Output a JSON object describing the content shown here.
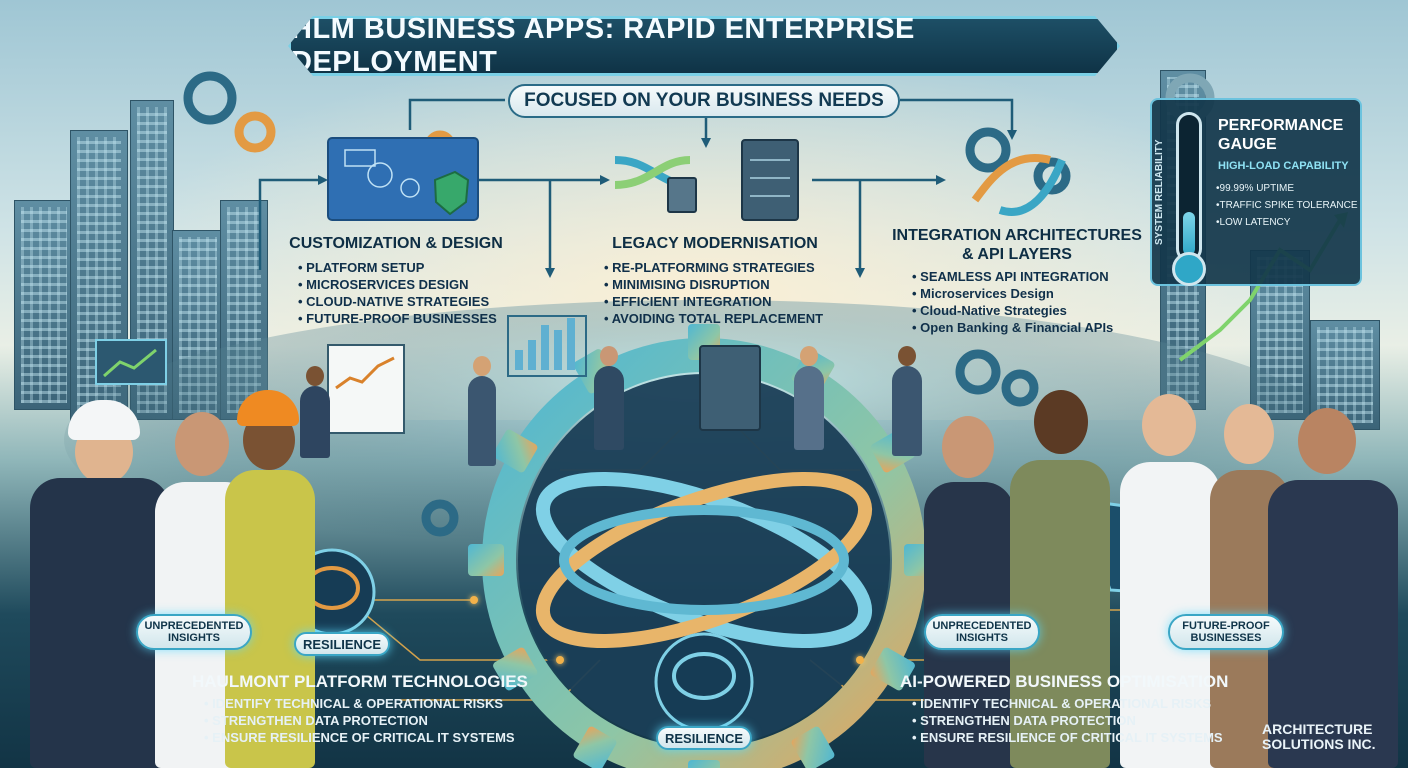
{
  "title": "HLM BUSINESS APPS: RAPID ENTERPRISE DEPLOYMENT",
  "subtitle": "FOCUSED ON YOUR BUSINESS NEEDS",
  "sections": {
    "customization": {
      "heading": "CUSTOMIZATION & DESIGN",
      "items": [
        "PLATFORM SETUP",
        "MICROSERVICES DESIGN",
        "CLOUD-NATIVE STRATEGIES",
        "FUTURE-PROOF BUSINESSES"
      ]
    },
    "legacy": {
      "heading": "LEGACY MODERNISATION",
      "items": [
        "RE-PLATFORMING STRATEGIES",
        "MINIMISING DISRUPTION",
        "EFFICIENT INTEGRATION",
        "AVOIDING TOTAL REPLACEMENT"
      ]
    },
    "integration": {
      "heading_line1": "INTEGRATION ARCHITECTURES",
      "heading_line2": "& API LAYERS",
      "items": [
        "SEAMLESS API INTEGRATION",
        "Microservices Design",
        "Cloud-Native Strategies",
        "Open Banking & Financial APIs"
      ]
    },
    "haulmont": {
      "heading": "HAULMONT PLATFORM TECHNOLOGIES",
      "items": [
        "IDENTIFY TECHNICAL & OPERATIONAL RISKS",
        "STRENGTHEN DATA PROTECTION",
        "ENSURE RESILIENCE OF CRITICAL IT SYSTEMS"
      ]
    },
    "ai": {
      "heading": "AI-POWERED BUSINESS OPTIMISATION",
      "items": [
        "IDENTIFY TECHNICAL & OPERATIONAL RISKS",
        "STRENGTHEN DATA PROTECTION",
        "ENSURE RESILIENCE OF CRITICAL IT SYSTEMS"
      ]
    }
  },
  "gauge": {
    "side_label": "SYSTEM RELIABILITY",
    "title": "PERFORMANCE GAUGE",
    "subtitle": "HIGH-LOAD CAPABILITY",
    "items": [
      "99.99% UPTIME",
      "TRAFFIC SPIKE TOLERANCE",
      "LOW LATENCY"
    ],
    "level": 0.3
  },
  "pills": {
    "insights_left": [
      "UNPRECEDENTED",
      "INSIGHTS"
    ],
    "resilience_left": "RESILIENCE",
    "resilience_center": "RESILIENCE",
    "insights_right": [
      "UNPRECEDENTED",
      "INSIGHTS"
    ],
    "future_proof": [
      "FUTURE-PROOF",
      "BUSINESSES"
    ]
  },
  "logo": {
    "line1": "ARCHITECTURE",
    "line2": "SOLUTIONS INC."
  },
  "colors": {
    "accent": "#3aa6c5",
    "banner": "#1d4f66",
    "highlight": "#f2b24a"
  }
}
